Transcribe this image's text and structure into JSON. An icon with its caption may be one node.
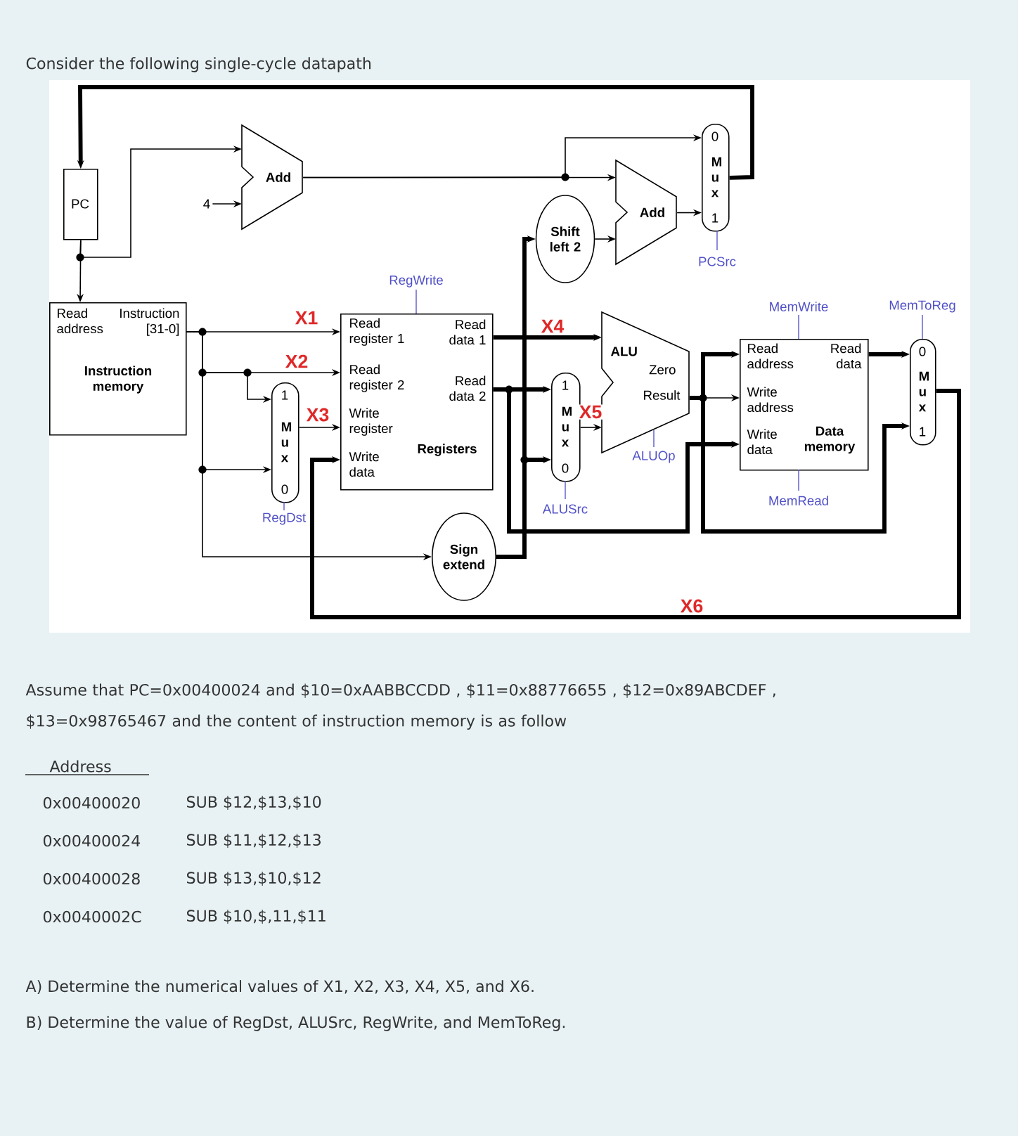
{
  "diagram": {
    "title": "Consider the following single-cycle datapath",
    "nodes": [
      {
        "text": [
          "PC"
        ]
      },
      {
        "text": [
          "Add"
        ]
      },
      {
        "text": [
          "Add"
        ]
      },
      {
        "text": [
          "Shift left 2"
        ]
      },
      {
        "text": [
          "0",
          "M u x",
          "1"
        ],
        "beside": [
          "PCSrc"
        ]
      },
      {
        "text": [
          "Read address",
          "Instruction [31-0]",
          "Instruction memory"
        ]
      },
      {
        "text": [
          "Read register 1",
          "Read register 2",
          "Write register",
          "Write data",
          "Read data 1",
          "Read data 2",
          "Registers"
        ],
        "beside": [
          "RegWrite"
        ]
      },
      {
        "text": [
          "1",
          "M u x",
          "0"
        ],
        "beside": [
          "RegDst"
        ]
      },
      {
        "text": [
          "Sign extend"
        ]
      },
      {
        "text": [
          "1",
          "M u x",
          "0"
        ],
        "beside": [
          "ALUSrc"
        ]
      },
      {
        "text": [
          "ALU",
          "Zero",
          "Result"
        ],
        "beside": [
          "ALUOp"
        ]
      },
      {
        "text": [
          "Read address",
          "Read data",
          "Write address",
          "Write data",
          "Data memory"
        ],
        "beside": [
          "MemWrite",
          "MemRead"
        ]
      },
      {
        "text": [
          "0",
          "M u x",
          "1"
        ],
        "beside": [
          "MemToReg"
        ]
      },
      {
        "text": [
          "4"
        ]
      }
    ],
    "edges": [
      {
        "from": 4,
        "to": 0,
        "arrow": "to",
        "style": "thick"
      },
      {
        "from": 0,
        "to": 1,
        "arrow": "to"
      },
      {
        "from": 0,
        "to": 5,
        "arrow": "to"
      },
      {
        "from": 13,
        "to": 1,
        "arrow": "to"
      },
      {
        "from": 1,
        "to": 2,
        "arrow": "to"
      },
      {
        "from": 1,
        "to": 4,
        "arrow": "to"
      },
      {
        "from": 3,
        "to": 2,
        "arrow": "to"
      },
      {
        "from": 2,
        "to": 4,
        "arrow": "to"
      },
      {
        "from": 5,
        "to": 6,
        "arrow": "to",
        "label": "X1"
      },
      {
        "from": 5,
        "to": 6,
        "arrow": "to",
        "label": "X2"
      },
      {
        "from": 5,
        "to": 7,
        "arrow": "to"
      },
      {
        "from": 5,
        "to": 7,
        "arrow": "to"
      },
      {
        "from": 5,
        "to": 8,
        "arrow": "to"
      },
      {
        "from": 7,
        "to": 6,
        "arrow": "to",
        "label": "X3"
      },
      {
        "from": 6,
        "to": 10,
        "arrow": "to",
        "label": "X4",
        "style": "thick"
      },
      {
        "from": 6,
        "to": 9,
        "arrow": "to",
        "style": "thick"
      },
      {
        "from": 6,
        "to": 11,
        "arrow": "to",
        "style": "thick"
      },
      {
        "from": 8,
        "to": 9,
        "arrow": "to",
        "style": "thick"
      },
      {
        "from": 8,
        "to": 3,
        "arrow": "to",
        "style": "thick"
      },
      {
        "from": 9,
        "to": 10,
        "arrow": "to",
        "label": "X5"
      },
      {
        "from": 10,
        "to": 11,
        "arrow": "to",
        "style": "thick"
      },
      {
        "from": 10,
        "to": 11,
        "arrow": "to"
      },
      {
        "from": 10,
        "to": 12,
        "arrow": "to",
        "style": "thick"
      },
      {
        "from": 11,
        "to": 12,
        "arrow": "to",
        "style": "thick"
      },
      {
        "from": 12,
        "to": 6,
        "arrow": "to",
        "label": "X6",
        "style": "thick"
      }
    ],
    "labels": [
      "Assume that PC=0x00400024 and $10=0xAABBCCDD , $11=0x88776655 , $12=0x89ABCDEF , $13=0x98765467 and the content of instruction memory is as follow",
      "Address",
      "0x00400020",
      "SUB $12,$13,$10",
      "0x00400024",
      "SUB $11,$12,$13",
      "0x00400028",
      "SUB $13,$10,$12",
      "0x0040002C",
      "SUB $10,$,11,$11",
      "A) Determine the numerical values of X1, X2, X3, X4, X5, and X6.",
      "B) Determine the value of RegDst, ALUSrc, RegWrite, and MemToReg."
    ]
  }
}
